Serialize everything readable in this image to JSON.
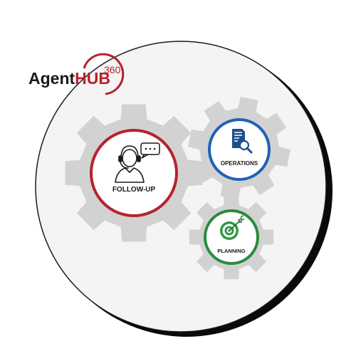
{
  "logo": {
    "part1": "Agent",
    "part2": "HUB",
    "part3": "360"
  },
  "colors": {
    "brand_red": "#b5232e",
    "gear_gray": "#d2d2d2",
    "follow_up_ring": "#b5232e",
    "operations_ring": "#1f63b5",
    "planning_ring": "#2a8a3e",
    "outline": "#0a0a0a"
  },
  "gears": [
    {
      "id": "follow-up",
      "label": "FOLLOW-UP",
      "icon": "headset-agent-icon"
    },
    {
      "id": "operations",
      "label": "OPERATIONS",
      "icon": "document-search-icon"
    },
    {
      "id": "planning",
      "label": "PLANNING",
      "icon": "target-arrow-icon"
    }
  ]
}
